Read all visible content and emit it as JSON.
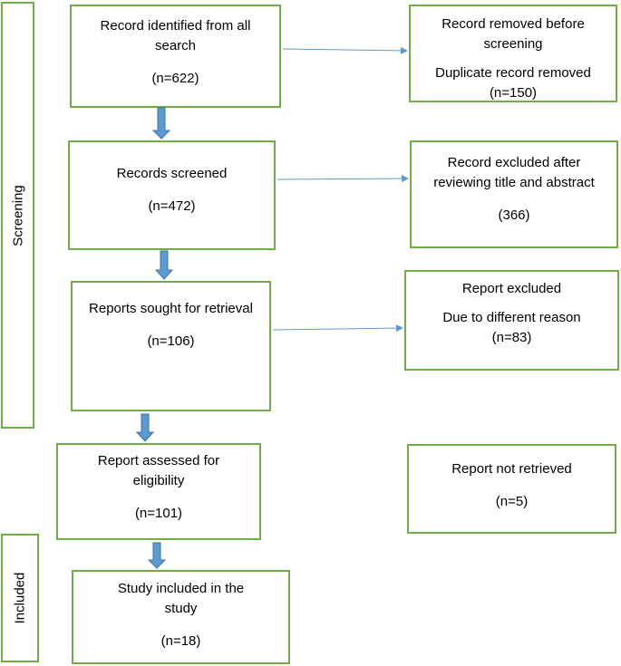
{
  "stages": {
    "screening": "Screening",
    "included": "Included"
  },
  "main": {
    "identified": {
      "line1": "Record identified from all",
      "line2": "search",
      "count": "(n=622)"
    },
    "screened": {
      "line1": "Records screened",
      "count": "(n=472)"
    },
    "sought": {
      "line1": "Reports sought for retrieval",
      "count": "(n=106)"
    },
    "assessed": {
      "line1": "Report assessed for",
      "line2": "eligibility",
      "count": "(n=101)"
    },
    "included": {
      "line1": "Study included in the",
      "line2": "study",
      "count": "(n=18)"
    }
  },
  "side": {
    "removed": {
      "line1": "Record removed before",
      "line2": "screening",
      "line3": "Duplicate record removed",
      "count": "(n=150)"
    },
    "excluded_title": {
      "line1": "Record excluded after",
      "line2": "reviewing title and abstract",
      "count": "(366)"
    },
    "excluded_report": {
      "line1": "Report excluded",
      "line2": "Due to different reason",
      "count": "(n=83)"
    },
    "not_retrieved": {
      "line1": "Report not retrieved",
      "count": "(n=5)"
    }
  },
  "colors": {
    "box_border": "#70ad47",
    "arrow_fill": "#5b9bd5",
    "arrow_stroke": "#41719c"
  }
}
